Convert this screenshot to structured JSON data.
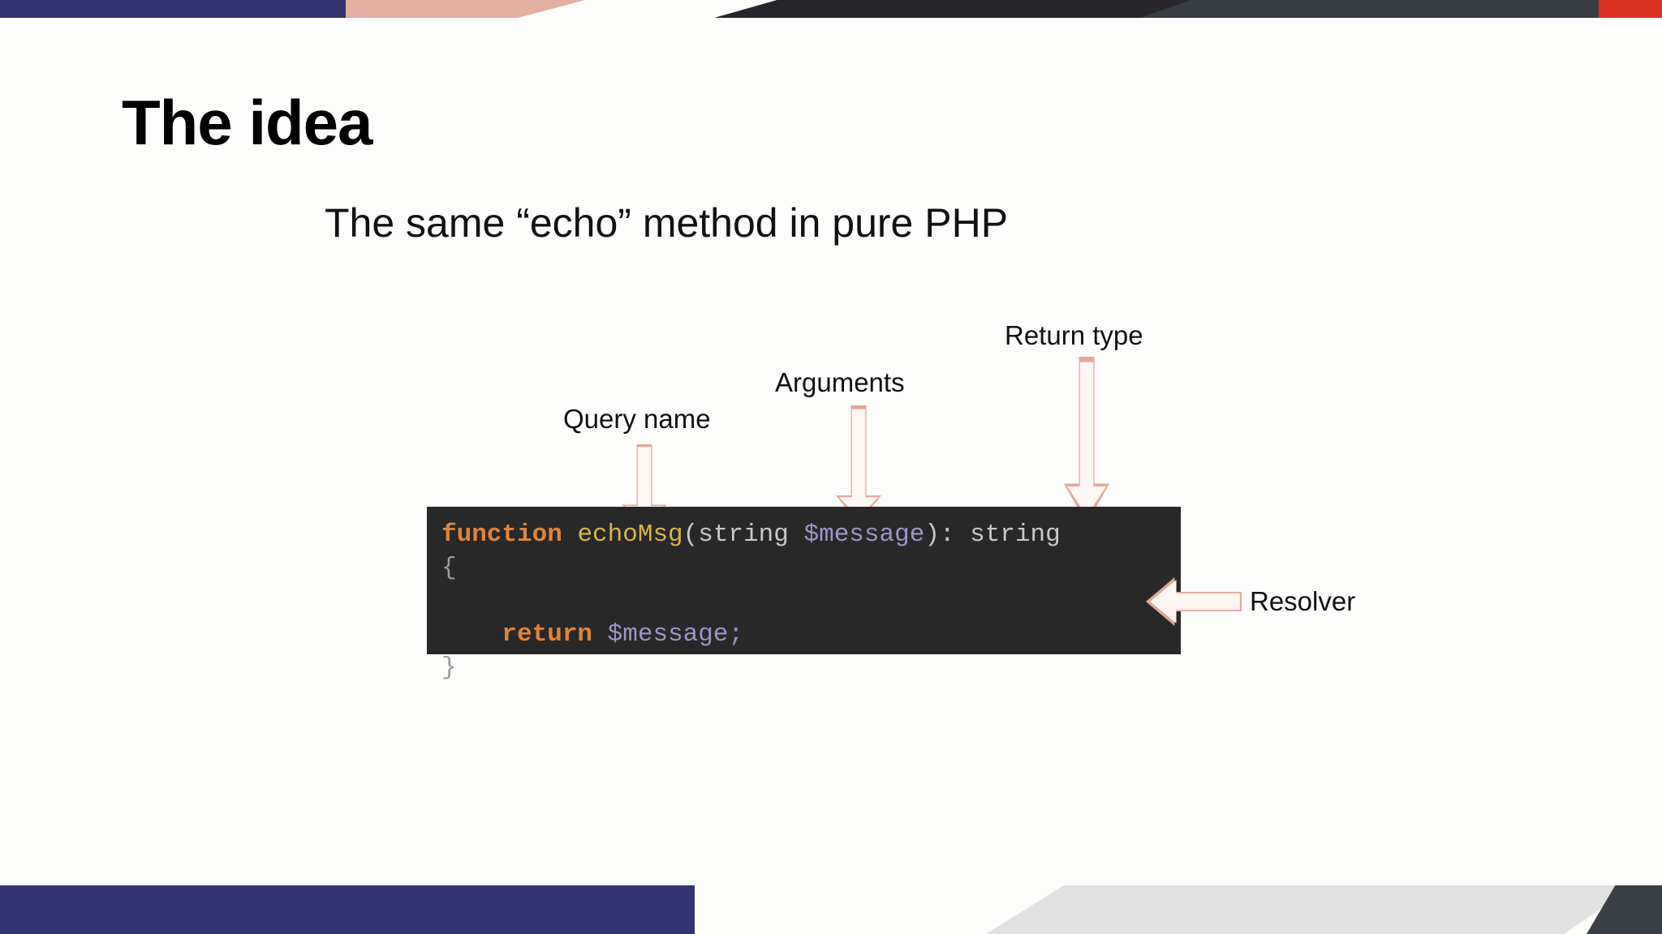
{
  "slide": {
    "title": "The idea",
    "subtitle": "The same “echo” method in pure PHP",
    "background_color": "#fdfdfc"
  },
  "decoration": {
    "top_bar": [
      {
        "name": "navy-block",
        "color": "#343371"
      },
      {
        "name": "salmon-block",
        "color": "#e3b0a4"
      },
      {
        "name": "dark-block",
        "color": "#26262b"
      },
      {
        "name": "slate-block",
        "color": "#383d44"
      },
      {
        "name": "red-block",
        "color": "#dc3023"
      }
    ],
    "bottom_bar": [
      {
        "name": "navy-block",
        "color": "#343371"
      },
      {
        "name": "grey-block",
        "color": "#e2e2e2"
      },
      {
        "name": "wedge-block",
        "color": "#3a3f44"
      }
    ]
  },
  "code": {
    "language": "php",
    "background_color": "#282828",
    "lines": [
      "function echoMsg(string $message): string",
      "{",
      "    return $message;",
      "}"
    ],
    "tokens": {
      "keyword_function": "function",
      "function_name": "echoMsg",
      "open_paren_type": "(string ",
      "param_variable": "$message",
      "close_paren_return": "): string",
      "brace_open": "{",
      "keyword_return": "return",
      "return_variable": "$message;",
      "brace_close": "}"
    },
    "colors": {
      "keyword": "#e08438",
      "function_name": "#d8b44a",
      "plain": "#c8c8c8",
      "variable": "#9f93c9"
    }
  },
  "annotations": {
    "accent_color": "#e3a797",
    "items": [
      {
        "label": "Query name",
        "arrow": "arrow-down"
      },
      {
        "label": "Arguments",
        "arrow": "arrow-down"
      },
      {
        "label": "Return type",
        "arrow": "arrow-down"
      },
      {
        "label": "Resolver",
        "arrow": "arrow-left"
      }
    ]
  }
}
